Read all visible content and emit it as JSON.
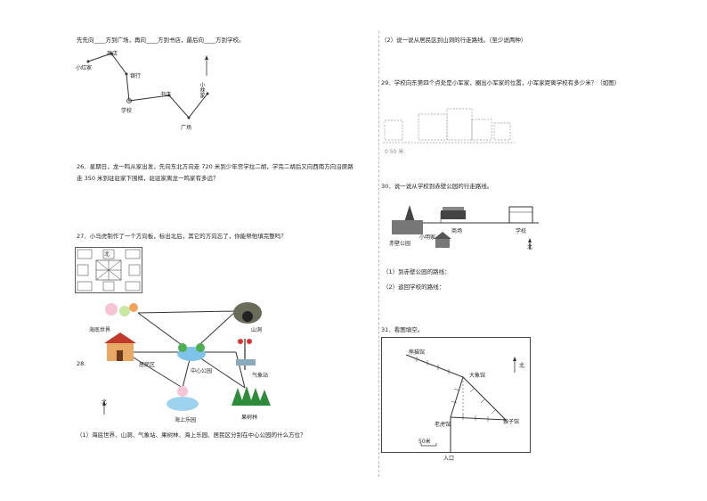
{
  "left": {
    "q25_line": "先先向____方到广场，再向____方到书店，最后向____方到学校。",
    "map1": {
      "shop": "商店",
      "xiaohong": "小红家",
      "bank": "银行",
      "school": "学校",
      "bookstore": "书店",
      "xiaolin": "小林家",
      "square": "广场"
    },
    "q26_line1": "26．星期日，龙一鸣从家出发，先向东北方向走 720 米到少年宫学拉二胡，学完二胡后又向西南方向沿原路",
    "q26_line2": "走 350 米到驻驻家下围棋，驻驻家离龙一鸣家有多远？",
    "q27": "27．小马虎制作了一个方向板，标出北后，其它的方向忘了，你能帮他填完整吗？",
    "compass_north": "北",
    "q28_num": "28.",
    "map2": {
      "ocean": "海底世界",
      "cave": "山洞",
      "residential": "居民区",
      "park": "中心公园",
      "weather": "气象站",
      "fun": "海上乐园",
      "orchard": "果树林",
      "north": "北"
    },
    "q28_sub1": "（1）海底世界、山洞、气象站、果树林、海上乐园、居民区分别在中心公园的什么方位？"
  },
  "right": {
    "q28_sub2": "（2）说一说从居民区到山洞的行走路线。（至少说两种）",
    "q29": "29．学校向东第四个点处是小军家，圈出小军家的位置，小军家距离学校有多少米？（如图）",
    "q29_label": "0 50 米",
    "q30": "30．说一说从学校到赤壁公园的行走路线。",
    "map3": {
      "park": "赤壁公园",
      "xiaoming": "小明家",
      "mall": "商场",
      "school": "学校",
      "north": "北"
    },
    "q30_sub1": "（1）到赤壁公园的路线：",
    "q30_sub2": "（2）返回学校的路线：",
    "q31": "31．看图填空。",
    "map4": {
      "zoo": "熊猫馆",
      "elephant": "大象馆",
      "monkey": "猴子馆",
      "tiger": "老虎馆",
      "entrance": "入口",
      "scale": "50米",
      "north": "北"
    }
  }
}
